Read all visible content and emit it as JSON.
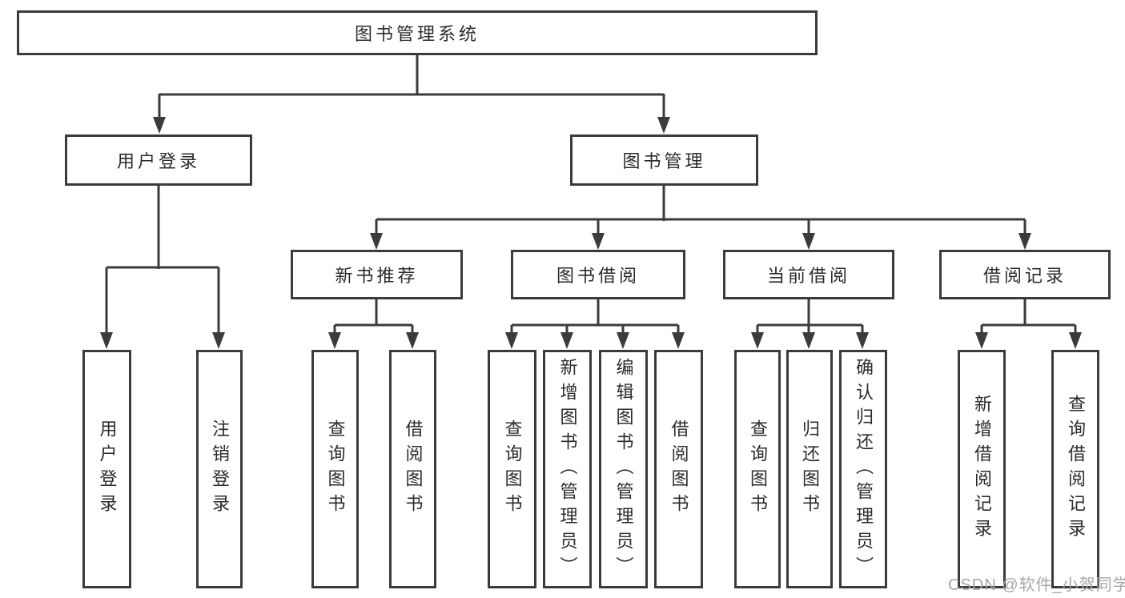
{
  "diagram": {
    "type": "hierarchy-tree",
    "line_color": "#3b3b3b",
    "box_border_color": "#3b3b3b",
    "text_color": "#2b2b2b",
    "background_color": "#ffffff",
    "watermark_color": "#a6a6a6"
  },
  "tree": {
    "label": "图书管理系统",
    "children": [
      {
        "label": "用户登录",
        "children": [
          {
            "label": "用户登录"
          },
          {
            "label": "注销登录"
          }
        ]
      },
      {
        "label": "图书管理",
        "children": [
          {
            "label": "新书推荐",
            "children": [
              {
                "label": "查询图书"
              },
              {
                "label": "借阅图书"
              }
            ]
          },
          {
            "label": "图书借阅",
            "children": [
              {
                "label": "查询图书"
              },
              {
                "label": "新增图书（管理员）"
              },
              {
                "label": "编辑图书（管理员）"
              },
              {
                "label": "借阅图书"
              }
            ]
          },
          {
            "label": "当前借阅",
            "children": [
              {
                "label": "查询图书"
              },
              {
                "label": "归还图书"
              },
              {
                "label": "确认归还（管理员）"
              }
            ]
          },
          {
            "label": "借阅记录",
            "children": [
              {
                "label": "新增借阅记录"
              },
              {
                "label": "查询借阅记录"
              }
            ]
          }
        ]
      }
    ]
  },
  "watermark": {
    "text": "CSDN @软件_小贺同学"
  }
}
